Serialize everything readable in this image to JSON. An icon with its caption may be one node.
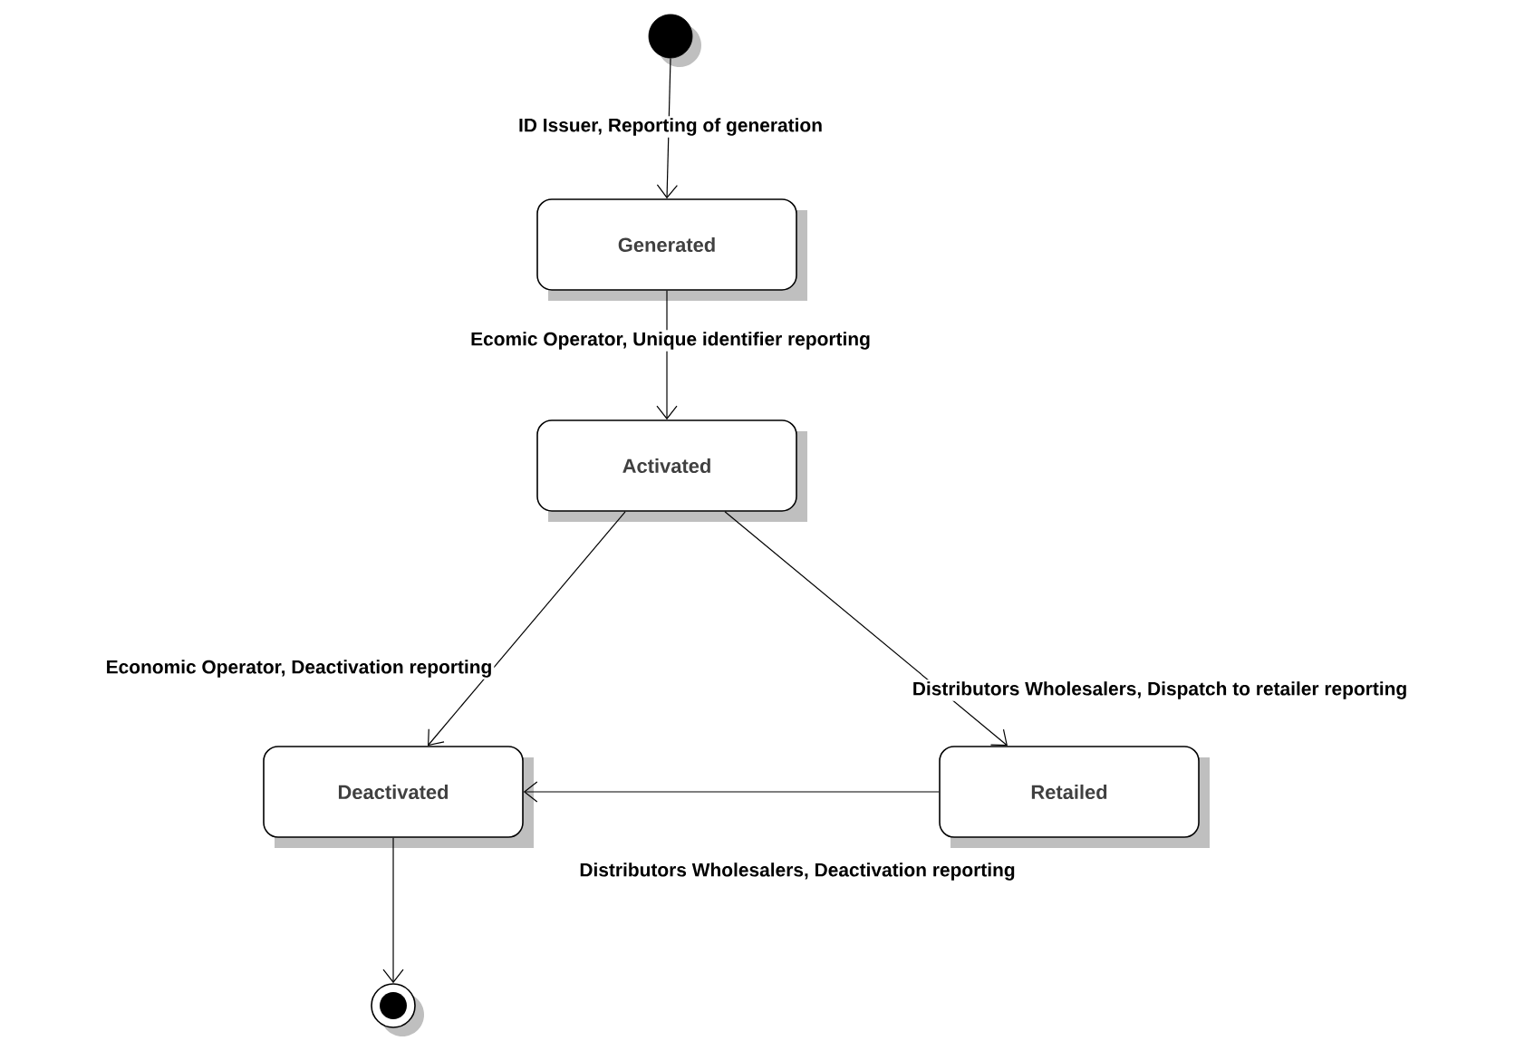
{
  "diagram": {
    "nodes": [
      {
        "text": [],
        "shape": "circle"
      },
      {
        "text": [
          "Generated"
        ]
      },
      {
        "text": [
          "Activated"
        ]
      },
      {
        "text": [
          "Deactivated"
        ]
      },
      {
        "text": [
          "Retailed"
        ]
      },
      {
        "text": [],
        "shape": "bullseye"
      }
    ],
    "edges": [
      {
        "from": 0,
        "to": 1,
        "arrow": "to",
        "label": "ID Issuer, Reporting of generation"
      },
      {
        "from": 1,
        "to": 2,
        "arrow": "to",
        "label": "Ecomic Operator, Unique identifier reporting"
      },
      {
        "from": 2,
        "to": 3,
        "arrow": "to",
        "label": "Economic Operator, Deactivation reporting"
      },
      {
        "from": 2,
        "to": 4,
        "arrow": "to",
        "label": "Distributors Wholesalers, Dispatch to retailer reporting"
      },
      {
        "from": 4,
        "to": 3,
        "arrow": "to",
        "label": "Distributors Wholesalers, Deactivation reporting"
      },
      {
        "from": 3,
        "to": 5,
        "arrow": "to"
      }
    ]
  }
}
